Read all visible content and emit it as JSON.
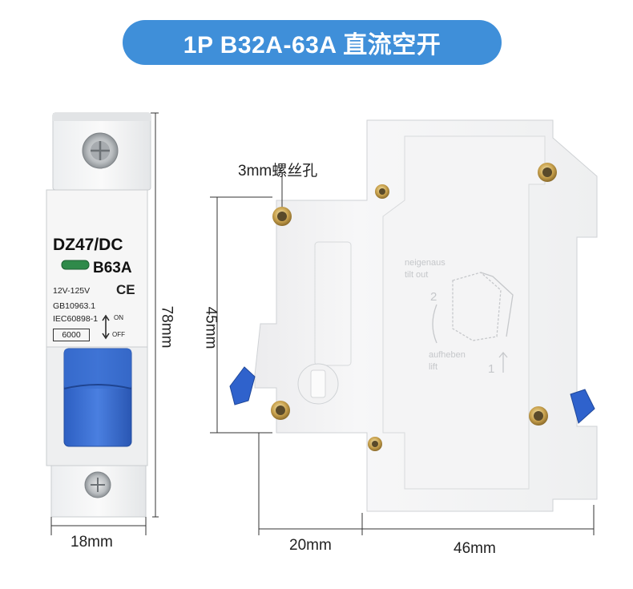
{
  "banner": {
    "title": "1P B32A-63A 直流空开",
    "color": "#3f8fd9"
  },
  "front": {
    "model": "DZ47/DC",
    "rating": "B63A",
    "voltage": "12V-125V",
    "ce_mark": "CE",
    "standard_1": "GB10963.1",
    "standard_2": "IEC60898-1",
    "capacity": "6000",
    "on_label": "ON",
    "off_label": "OFF",
    "toggle_color": "#3b6fd0"
  },
  "side": {
    "engrave_1": "neigenaus",
    "engrave_2": "tilt out",
    "engrave_3": "aufheben",
    "engrave_4": "lift",
    "engrave_num_1": "2",
    "engrave_num_2": "1"
  },
  "dimensions": {
    "height_total": "78mm",
    "height_mount": "45mm",
    "width_front": "18mm",
    "depth_a": "20mm",
    "depth_b": "46mm",
    "hole_callout": "3mm螺丝孔"
  }
}
